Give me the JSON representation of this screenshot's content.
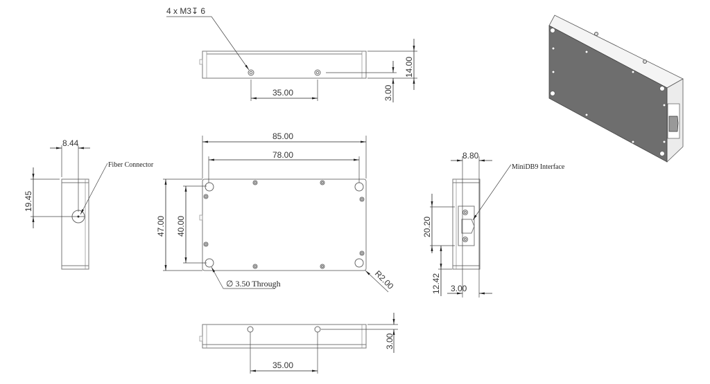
{
  "top_view": {
    "callout": "4 x  M3↧ 6",
    "dims": {
      "hole_spacing": "35.00",
      "height": "14.00",
      "hole_offset": "3.00"
    }
  },
  "front_view": {
    "dims": {
      "length": "85.00",
      "hole_span_x": "78.00",
      "width": "47.00",
      "hole_span_y": "40.00"
    },
    "hole_callout": "∅ 3.50 Through",
    "radius": "R2.00"
  },
  "left_view": {
    "dims": {
      "connector_x": "8.44",
      "connector_y": "19.45"
    },
    "label": "Fiber Connector"
  },
  "right_view": {
    "dims": {
      "connector_x": "8.80",
      "connector_height": "20.20",
      "connector_offset": "12.42",
      "wall": "3.00"
    },
    "label": "MiniDB9 Interface"
  },
  "bottom_view": {
    "dims": {
      "hole_spacing": "35.00",
      "hole_offset": "3.00"
    }
  },
  "iso_view": {
    "face_color": "#6e6e6e",
    "body_color": "#f2f2f2"
  }
}
